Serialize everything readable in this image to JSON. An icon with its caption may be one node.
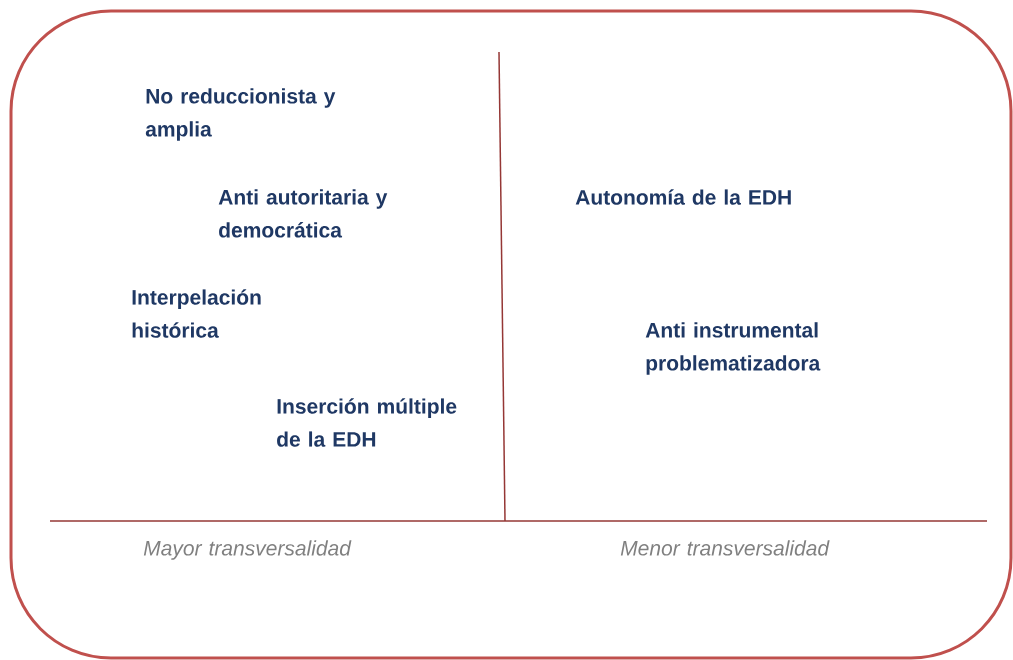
{
  "diagram": {
    "labels": [
      "No reduccionista y amplia",
      "Anti autoritaria y democrática",
      "Interpelación histórica",
      "Inserción múltiple de la EDH",
      "Autonomía de la EDH",
      "Anti instrumental problematizadora",
      "Mayor transversalidad",
      "Menor transversalidad"
    ]
  }
}
